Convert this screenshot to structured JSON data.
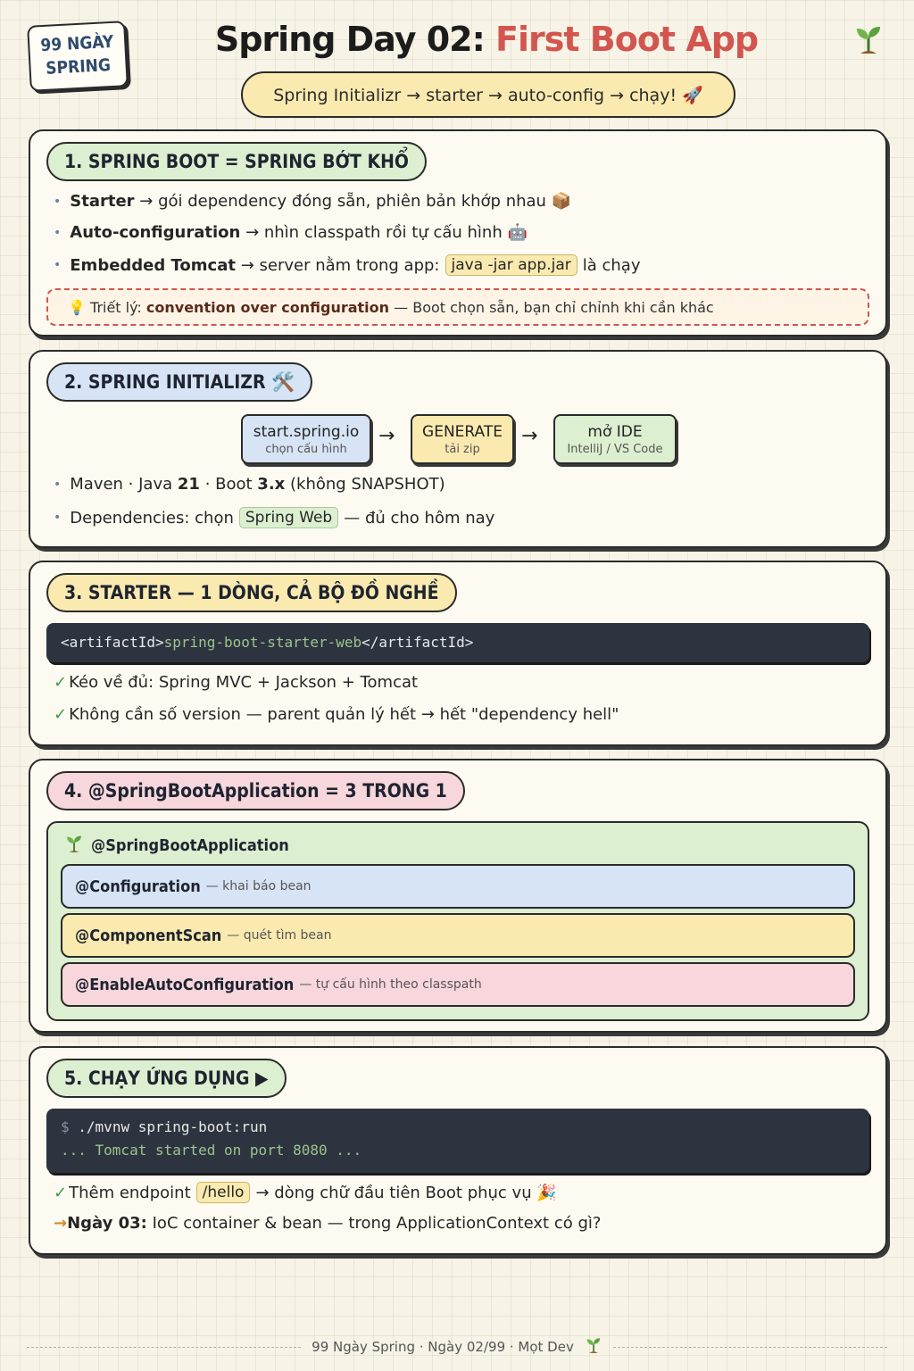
{
  "header": {
    "badge_line1": "99 NGÀY",
    "badge_line2": "SPRING",
    "title_main": "Spring Day 02:",
    "title_accent": "First Boot App",
    "flow": "Spring Initializr → starter → auto-config → chạy! 🚀"
  },
  "section1": {
    "title": "1. SPRING BOOT = SPRING BỚT KHỔ",
    "items": [
      {
        "term": "Starter",
        "text": "→ gói dependency đóng sẵn, phiên bản khớp nhau 📦"
      },
      {
        "term": "Auto-configuration",
        "text": "→ nhìn classpath rồi tự cấu hình 🤖"
      },
      {
        "term": "Embedded Tomcat",
        "text": "→ server nằm trong app:",
        "code": "java -jar app.jar",
        "after": "là chạy"
      }
    ],
    "tip": {
      "icon": "💡",
      "prefix": "Triết lý:",
      "bold": "convention over configuration",
      "text": "— Boot chọn sẵn, bạn chỉ chỉnh khi cần khác"
    }
  },
  "section2": {
    "title": "2. SPRING INITIALIZR 🛠️",
    "steps": [
      {
        "label": "start.spring.io",
        "sub": "chọn cấu hình",
        "color": "#d6e4f5"
      },
      {
        "label": "GENERATE",
        "sub": "tải zip",
        "color": "#fbeab0"
      },
      {
        "label": "mở IDE",
        "sub": "IntelliJ / VS Code",
        "color": "#dcefd0"
      }
    ],
    "arrow": "→",
    "line1": {
      "a": "Maven · Java",
      "b1": "21",
      "c": "· Boot",
      "b2": "3.x",
      "d": "(không SNAPSHOT)"
    },
    "line2": {
      "a": "Dependencies: chọn",
      "chip": "Spring Web",
      "b": "— đủ cho hôm nay"
    }
  },
  "section3": {
    "title": "3. STARTER — 1 DÒNG, CẢ BỘ ĐỒ NGHỀ",
    "code_open": "<artifactId>",
    "code_value": "spring-boot-starter-web",
    "code_close": "</artifactId>",
    "checks": [
      "Kéo về đủ: Spring MVC + Jackson + Tomcat",
      "Không cần số version — parent quản lý hết → hết \"dependency hell\""
    ],
    "check_mark": "✓"
  },
  "section4": {
    "title": "4. @SpringBootApplication = 3 TRONG 1",
    "outer_label": "@SpringBootApplication",
    "items": [
      {
        "name": "@Configuration",
        "desc": "— khai báo bean",
        "color": "#d6e4f5"
      },
      {
        "name": "@ComponentScan",
        "desc": "— quét tìm bean",
        "color": "#fbeab0"
      },
      {
        "name": "@EnableAutoConfiguration",
        "desc": "— tự cấu hình theo classpath",
        "color": "#f7d6dc"
      }
    ]
  },
  "section5": {
    "title": "5. CHẠY ỨNG DỤNG ▶",
    "prompt": "$",
    "command": "./mvnw spring-boot:run",
    "output": "... Tomcat started on port 8080 ...",
    "line1": {
      "a": "Thêm endpoint",
      "chip": "/hello",
      "b": "→ dòng chữ đầu tiên Boot phục vụ 🎉"
    },
    "line2": {
      "mark": "→",
      "bold": "Ngày 03:",
      "text": "IoC container & bean — trong ApplicationContext có gì?"
    }
  },
  "footer": {
    "text": "99 Ngày Spring · Ngày 02/99 · Mọt Dev"
  },
  "colors": {
    "accent": "#d2564f",
    "green": "#dcefd0",
    "blue": "#d6e4f5",
    "yellow": "#fbeab0",
    "pink": "#f7d6dc"
  }
}
